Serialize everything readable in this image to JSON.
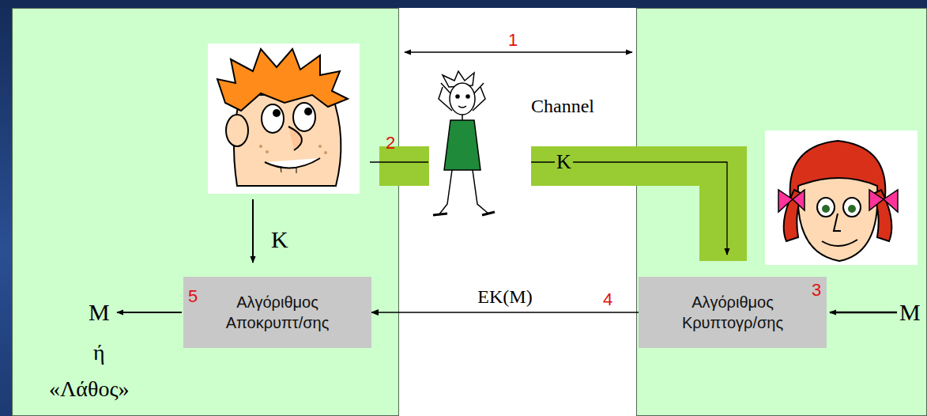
{
  "diagram": {
    "nodes": [
      {
        "text": [
          "Αλγόριθμος Αποκρυπτ/σης"
        ]
      },
      {
        "text": [
          "Αλγόριθμος Κρυπτογρ/σης"
        ]
      }
    ],
    "edges": [
      {
        "from": 1,
        "to": 0,
        "arrow": "to",
        "label": "EK(M)"
      }
    ],
    "labels": [
      "1",
      "Channel",
      "2",
      "K",
      "K",
      "5",
      "4",
      "3",
      "M",
      "M",
      "ή",
      "«Λάθος»"
    ]
  }
}
